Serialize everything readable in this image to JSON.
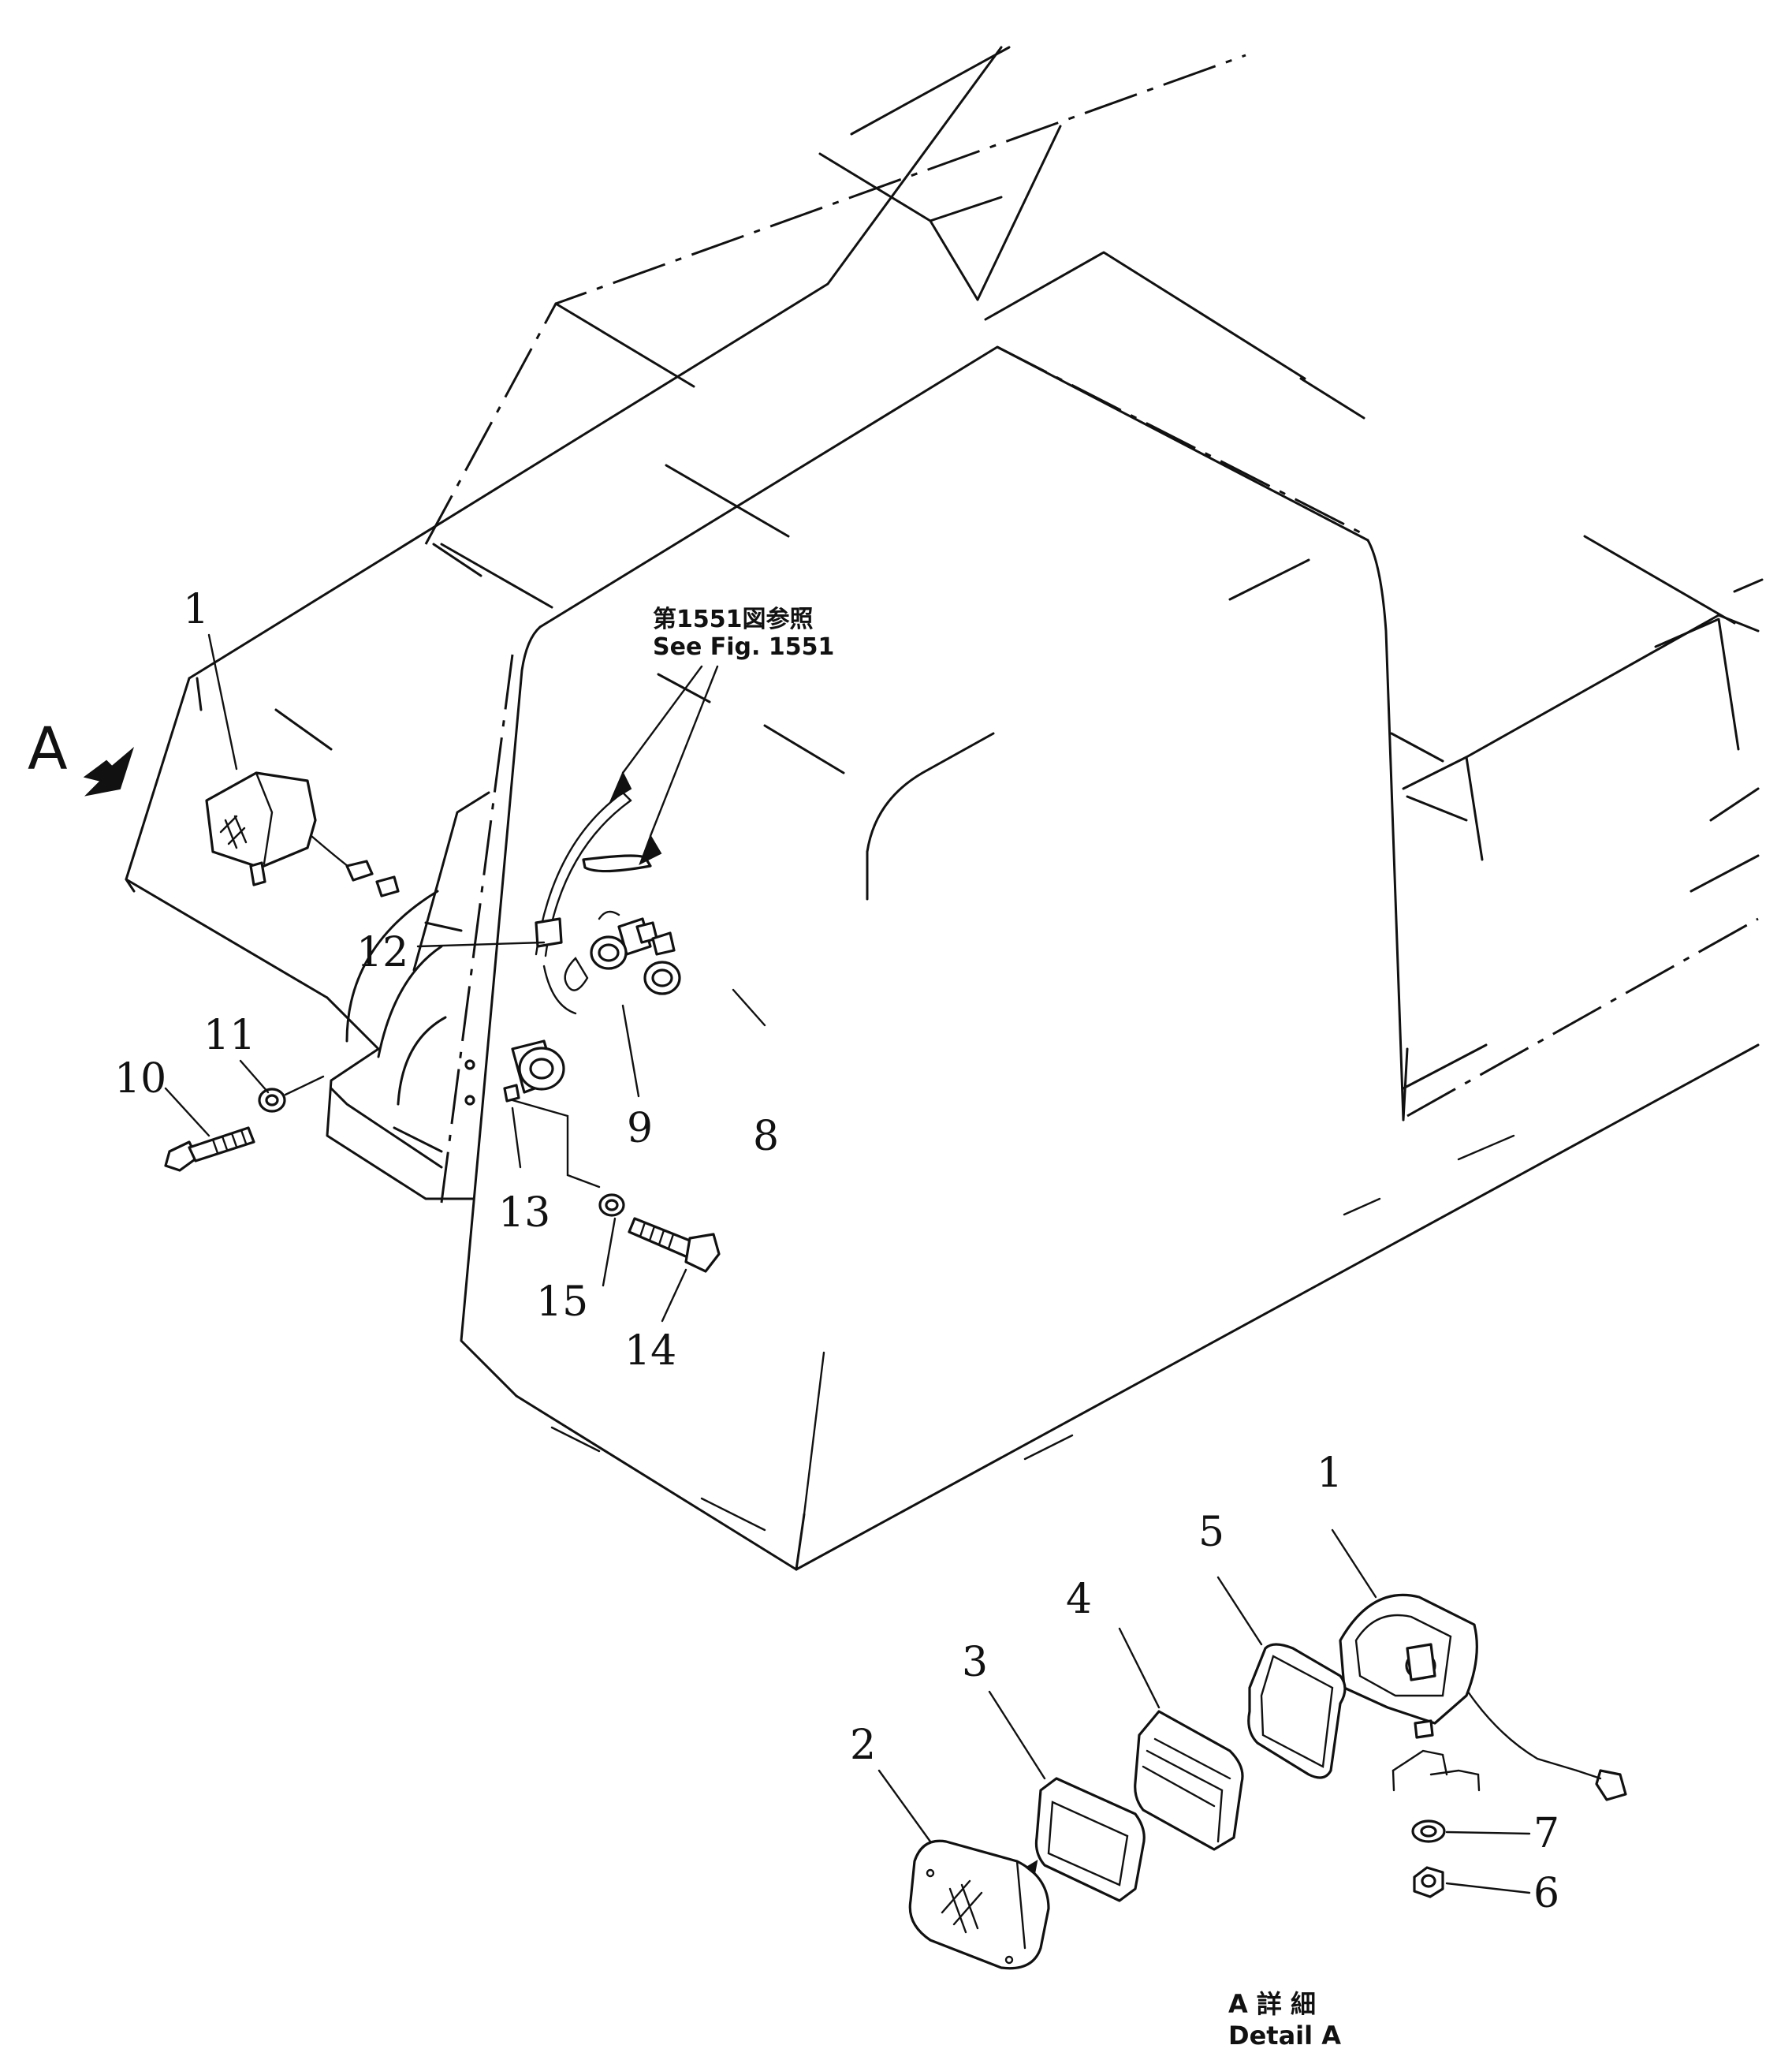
{
  "view_label": "A",
  "reference_note": {
    "ja": "第1551図参照",
    "en": "See Fig. 1551"
  },
  "detail_caption": {
    "ja": "A 詳 細",
    "en": "Detail A"
  },
  "callouts": {
    "c1": "1",
    "c2": "2",
    "c3": "3",
    "c4": "4",
    "c5": "5",
    "c6": "6",
    "c7": "7",
    "c8": "8",
    "c9": "9",
    "c10": "10",
    "c11": "11",
    "c12": "12",
    "c13": "13",
    "c14": "14",
    "c15": "15",
    "c1b": "1"
  }
}
